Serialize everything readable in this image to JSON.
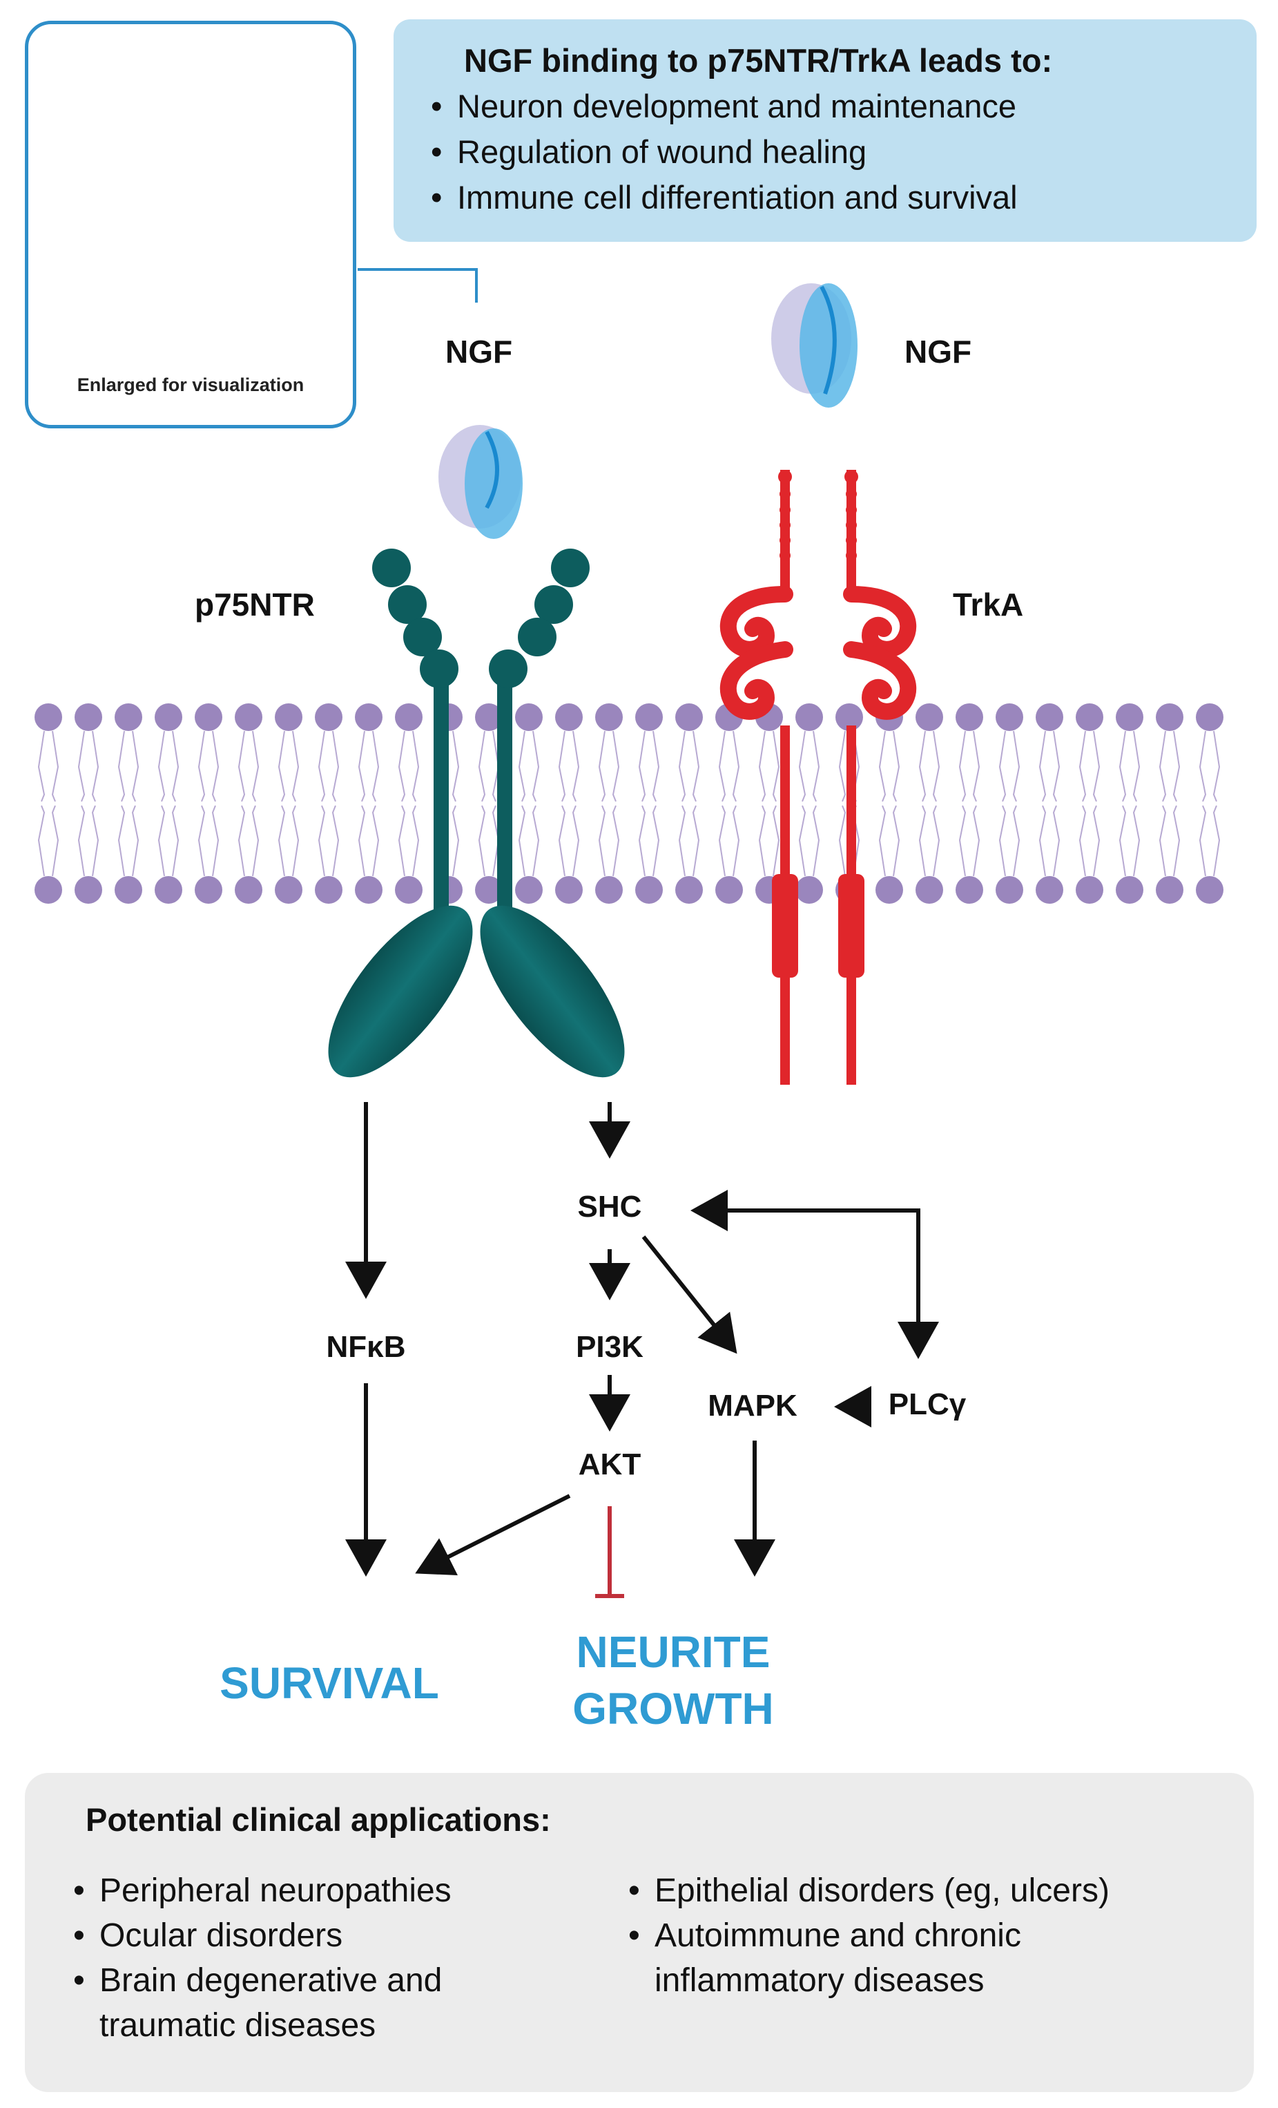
{
  "inset": {
    "caption": "Enlarged for visualization"
  },
  "top_box": {
    "title": "NGF  binding to p75NTR/TrkA leads to:",
    "items": [
      "Neuron development and maintenance",
      "Regulation of wound healing",
      "Immune cell differentiation and survival"
    ]
  },
  "labels": {
    "ngf_left": "NGF",
    "ngf_right": "NGF",
    "p75ntr": "p75NTR",
    "trka": "TrkA"
  },
  "pathway": {
    "shc": "SHC",
    "nfkb": "NFκB",
    "pi3k": "PI3K",
    "akt": "AKT",
    "mapk": "MAPK",
    "plcy": "PLCγ"
  },
  "outcomes": {
    "survival": "SURVIVAL",
    "neurite_line1": "NEURITE",
    "neurite_line2": "GROWTH"
  },
  "bottom_box": {
    "title": "Potential clinical applications:",
    "col1": [
      "Peripheral neuropathies",
      "Ocular disorders",
      "Brain degenerative and traumatic diseases"
    ],
    "col2": [
      "Epithelial disorders (eg, ulcers)",
      "Autoimmune and chronic inflammatory diseases"
    ]
  },
  "colors": {
    "accent": "#2f9bd3",
    "teal_receptor": "#0d5d5e",
    "red_receptor": "#e0262b",
    "membrane": "#9a86bd",
    "inhibit": "#c0303a"
  }
}
